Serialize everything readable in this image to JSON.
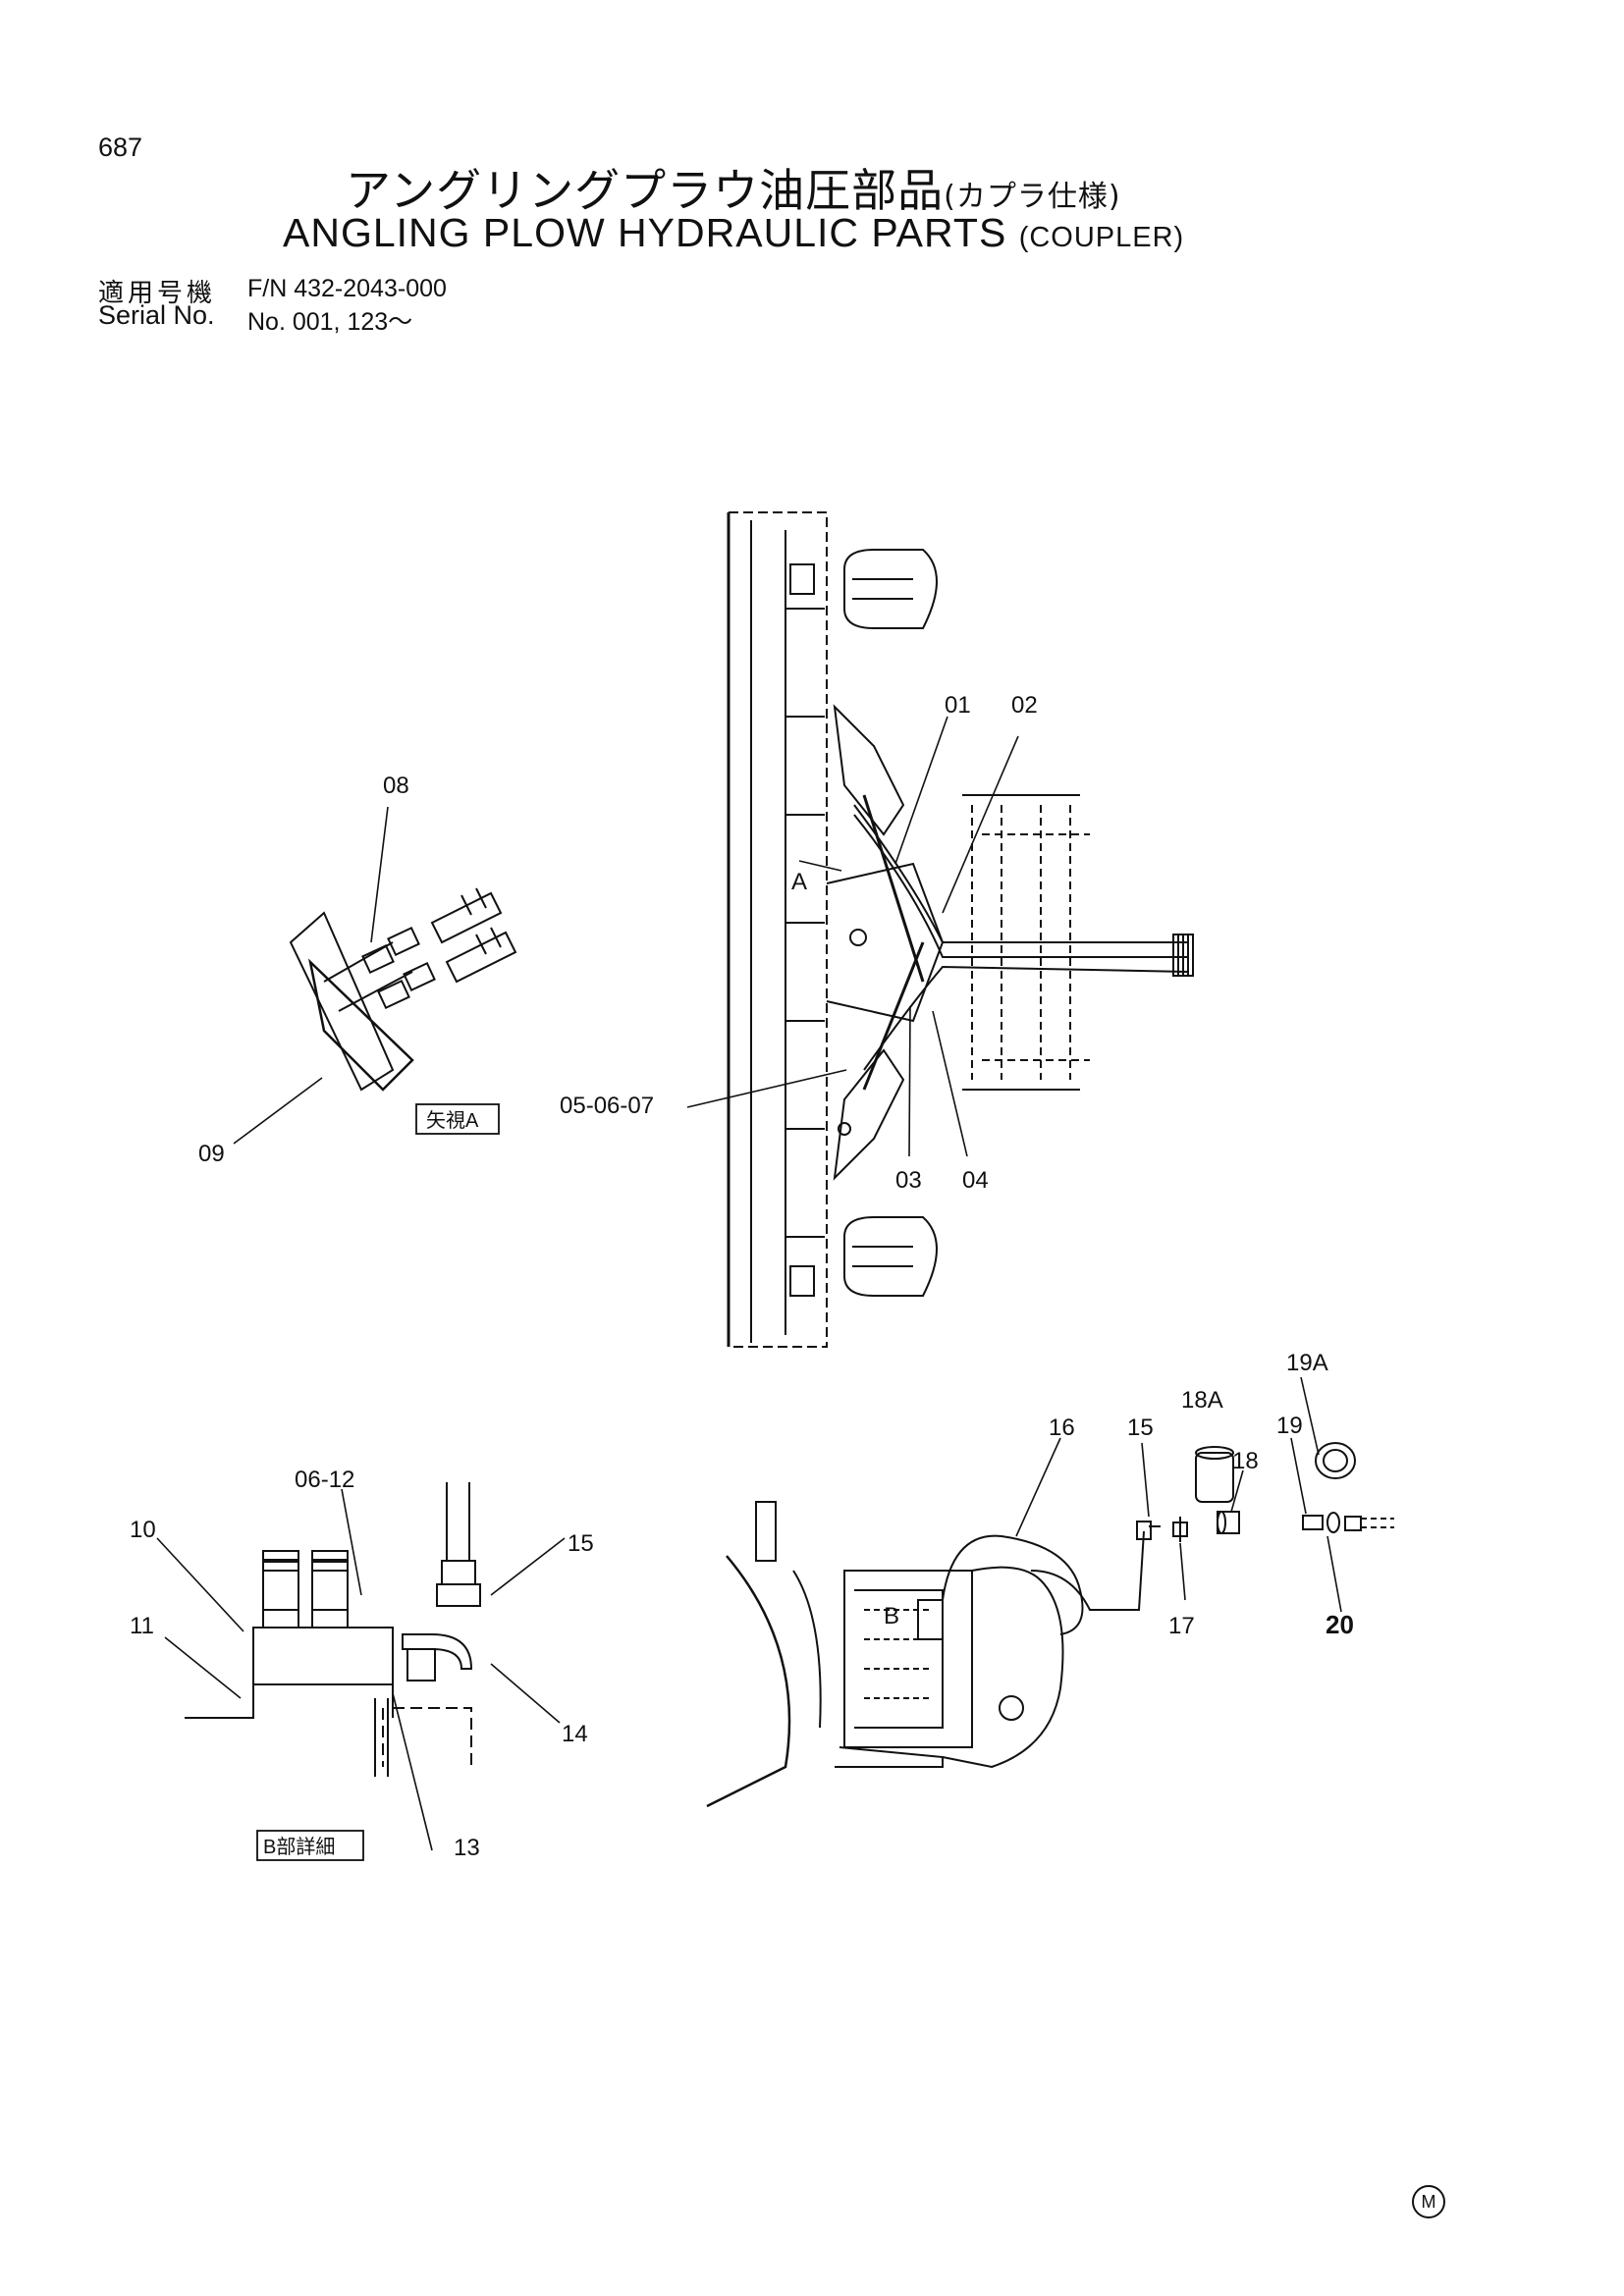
{
  "header": {
    "page_number": "687",
    "title_jp": "アングリングプラウ油圧部品",
    "title_jp_suffix": "(カプラ仕様)",
    "title_en": "ANGLING PLOW HYDRAULIC PARTS",
    "title_en_suffix": "(COUPLER)"
  },
  "applicability": {
    "label_jp": "適用号機",
    "fn": "F/N 432-2043-000",
    "label_en": "Serial No.",
    "serial": "No. 001, 123～"
  },
  "callouts": {
    "c01": "01",
    "c02": "02",
    "c03": "03",
    "c04": "04",
    "c05_06_07": "05-06-07",
    "c08": "08",
    "c09": "09",
    "c06_12": "06-12",
    "c10": "10",
    "c11": "11",
    "c13": "13",
    "c14": "14",
    "c15a": "15",
    "c15b": "15",
    "c16": "16",
    "c17": "17",
    "c18": "18",
    "c18a": "18A",
    "c19": "19",
    "c19a": "19A",
    "c20": "20",
    "view_a_marker": "A",
    "detail_b_marker": "B"
  },
  "view_labels": {
    "view_a": "矢視A",
    "detail_b": "B部詳細"
  },
  "footer": {
    "mark": "M"
  }
}
